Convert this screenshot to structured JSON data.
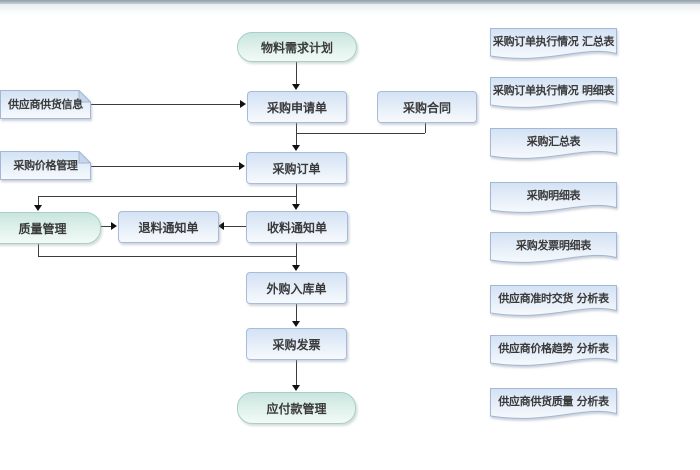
{
  "diagram": {
    "nodes": {
      "material_plan": "物料需求计划",
      "purchase_request": "采购申请单",
      "purchase_contract": "采购合同",
      "supplier_supply_info": "供应商供货信息",
      "purchase_order": "采购订单",
      "purchase_price_mgmt": "采购价格管理",
      "quality_mgmt": "质量管理",
      "return_notice": "退料通知单",
      "receive_notice": "收料通知单",
      "purchase_inbound": "外购入库单",
      "purchase_invoice": "采购发票",
      "payable_mgmt": "应付款管理"
    },
    "reports": [
      {
        "label": "采购订单执行情况 汇总表"
      },
      {
        "label": "采购订单执行情况 明细表"
      },
      {
        "label": "采购汇总表"
      },
      {
        "label": "采购明细表"
      },
      {
        "label": "采购发票明细表"
      },
      {
        "label": "供应商准时交货 分析表"
      },
      {
        "label": "供应商价格趋势 分析表"
      },
      {
        "label": "供应商供货质量 分析表"
      }
    ],
    "colors": {
      "process_fill_top": "#d3e2f4",
      "terminator_fill_top": "#c8e5de",
      "border_blue": "#a3b8d4",
      "border_teal": "#a9cec6",
      "connector": "#3c3c3c",
      "window_edge": "#8f9ea7"
    }
  }
}
